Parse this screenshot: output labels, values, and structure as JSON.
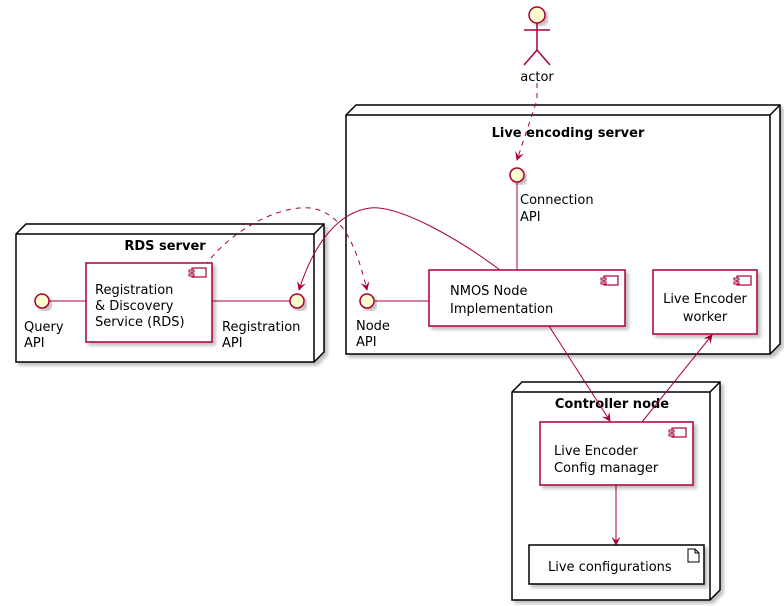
{
  "colors": {
    "stroke": "#A80036",
    "interface_fill": "#FEFECE",
    "node_border": "#000000",
    "shadow": "#c8c8c8"
  },
  "actor": {
    "label": "actor"
  },
  "nodes": {
    "rds_server": {
      "title": "RDS server"
    },
    "live_encoding_server": {
      "title": "Live encoding server"
    },
    "controller_node": {
      "title": "Controller node"
    }
  },
  "components": {
    "rds": {
      "lines": [
        "Registration",
        "& Discovery",
        "Service (RDS)"
      ]
    },
    "nmos_node": {
      "lines": [
        "NMOS Node",
        "Implementation"
      ]
    },
    "live_encoder_worker": {
      "lines": [
        "Live Encoder",
        "worker"
      ]
    },
    "config_manager": {
      "lines": [
        "Live Encoder",
        "Config manager"
      ]
    }
  },
  "artifacts": {
    "live_configurations": {
      "label": "Live configurations"
    }
  },
  "interfaces": {
    "query_api": {
      "lines": [
        "Query",
        "API"
      ]
    },
    "registration_api": {
      "lines": [
        "Registration",
        "API"
      ]
    },
    "node_api": {
      "lines": [
        "Node",
        "API"
      ]
    },
    "connection_api": {
      "lines": [
        "Connection",
        "API"
      ]
    }
  }
}
